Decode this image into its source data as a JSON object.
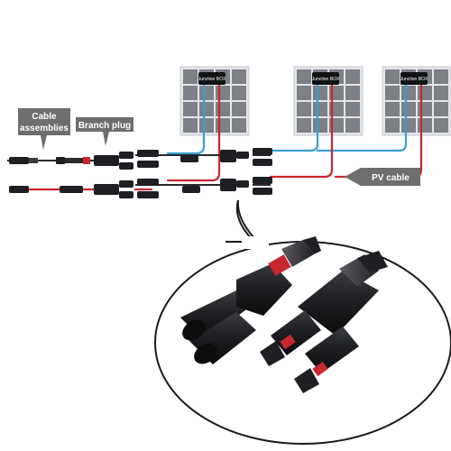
{
  "labels": {
    "cable_assemblies_line1": "Cable",
    "cable_assemblies_line2": "assemblies",
    "branch_plug": "Branch plug",
    "pv_cable": "PV cable",
    "junction_box": "Junction BOX"
  },
  "colors": {
    "label_box": "#6e6e6e",
    "blue_wire": "#3a9fd0",
    "red_wire": "#c8282d",
    "panel_cell": "#7e8088",
    "panel_frame": "#e3e5e8",
    "connector_body": "#1e1f22",
    "connector_band": "#c8282d"
  },
  "icons": [
    "solar-panel-icon",
    "junction-box-icon",
    "mc4-connector-icon",
    "branch-connector-icon",
    "speech-bubble-icon"
  ]
}
